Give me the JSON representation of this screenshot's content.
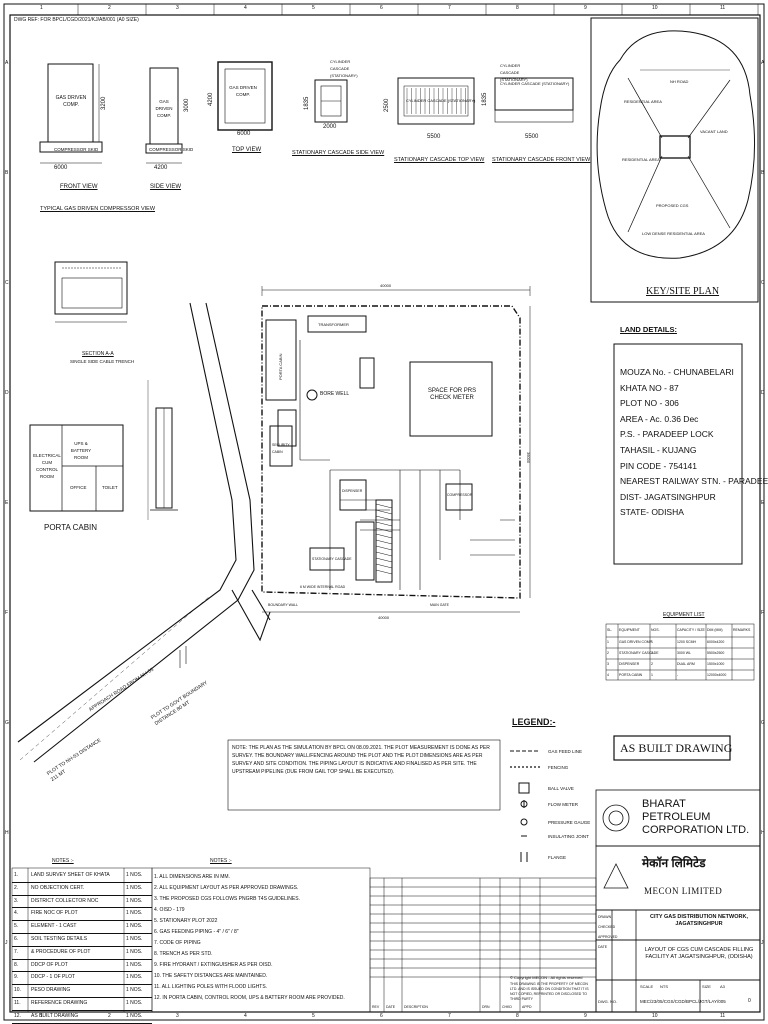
{
  "drawing_ref": "DWG REF: FOR BPCL/CGD/2021/KJ/AB/001  (A0 SIZE)",
  "border_marks": {
    "cols": [
      "1",
      "2",
      "3",
      "4",
      "5",
      "6",
      "7",
      "8",
      "9",
      "10",
      "11"
    ],
    "rows": [
      "A",
      "B",
      "C",
      "D",
      "E",
      "F",
      "G",
      "H",
      "J"
    ]
  },
  "compressor": {
    "box_label": "GAS DRIVEN COMP.",
    "sub_label": "COMPRESSOR SKID",
    "dim_width_front": "6000",
    "dim_height": "3200",
    "dim_width_side": "4200",
    "dim_height_side": "3000",
    "dim_top_depth": "4200",
    "dim_top_width": "6000",
    "front_view": "FRONT VIEW",
    "side_view": "SIDE VIEW",
    "top_view": "TOP VIEW",
    "title": "TYPICAL GAS DRIVEN COMPRESSOR VIEW"
  },
  "cascade": {
    "side_title": "STATIONARY CASCADE SIDE VIEW",
    "top_title": "STATIONARY CASCADE TOP VIEW",
    "front_title": "STATIONARY CASCADE FRONT VIEW",
    "note_side": "CYLINDER CASCADE (STATIONARY)",
    "note_front": "CYLINDER CASCADE (STATIONARY)",
    "box_label": "CYLINDER CASCADE (STATIONARY)",
    "dim_side_h": "1835",
    "dim_side_w": "2000",
    "dim_top_h": "2500",
    "dim_top_w": "5500",
    "dim_front_h": "1835",
    "dim_front_w": "5500"
  },
  "key_plan": {
    "title": "KEY/SITE PLAN",
    "labels": [
      "NH ROAD",
      "RESIDENTIAL AREA",
      "VACANT LAND",
      "RESIDENTIAL AREA",
      "PROPOSED CGS",
      "LOW DENSE RESIDENTIAL AREA"
    ]
  },
  "land_details": {
    "title": "LAND DETAILS:",
    "lines": [
      "MOUZA No. - CHUNABELARI",
      "KHATA NO - 87",
      "PLOT NO - 306",
      "AREA - Ac. 0.36 Dec",
      "P.S. - PARADEEP LOCK",
      "TAHASIL - KUJANG",
      "PIN CODE - 754141",
      "NEAREST RAILWAY STN. - PARADEEP",
      "DIST- JAGATSINGHPUR",
      "STATE- ODISHA"
    ]
  },
  "trench_section": {
    "title": "SECTION A-A",
    "subtitle": "SINGLE SIDE CABLE TRENCH"
  },
  "porta_cabin": {
    "title": "PORTA CABIN",
    "rooms": [
      "ELECTRICAL CUM CONTROL ROOM",
      "UPS & BATTERY ROOM",
      "OFFICE",
      "TOILET"
    ]
  },
  "site_plan": {
    "dim_top": "40000",
    "dim_right": "36000",
    "dim_bottom": "40000",
    "prs_space": "SPACE FOR PRS CHECK METER",
    "bore_well": "BORE WELL",
    "transformer": "TRANSFORMER",
    "porta_cabin_rot": "PORTA CABIN",
    "dispenser": "DISPENSER",
    "security": "SECURITY CABIN",
    "compressor": "COMPRESSOR",
    "cascade_label": "STATIONARY CASCADE",
    "approach": "APPROACH ROAD FROM NH-53",
    "plot_to_nh": "PLOT TO NH-53 DISTANCE 211 MT",
    "plot_to_govt": "PLOT TO GOVT BOUNDARY DISTANCE 80 MT",
    "boundary_note": "BOUNDARY WALL",
    "road_note": "6 M WIDE INTERNAL ROAD",
    "gate_note": "MAIN GATE"
  },
  "equipment_list": {
    "title": "EQUIPMENT LIST",
    "headers": [
      "SL.",
      "EQUIPMENT",
      "NOS.",
      "CAPACITY / SIZE",
      "DIM (MM)",
      "REMARKS"
    ],
    "rows": [
      [
        "1",
        "GAS DRIVEN COMP.",
        "1",
        "1200 SCMH",
        "6000x4200",
        ""
      ],
      [
        "2",
        "STATIONARY CASCADE",
        "1",
        "3000 WL",
        "5500x2500",
        ""
      ],
      [
        "3",
        "DISPENSER",
        "2",
        "DUAL ARM",
        "1500x1000",
        ""
      ],
      [
        "4",
        "PORTA CABIN",
        "1",
        "-",
        "12000x4000",
        ""
      ]
    ]
  },
  "legend": {
    "title": "LEGEND:-",
    "items": [
      "GAS FEED LINE",
      "FENCING",
      "BALL VALVE",
      "FLOW METER",
      "PRESSURE GAUGE",
      "INSULATING JOINT",
      "FLANGE"
    ]
  },
  "as_built": "AS BUILT DRAWING",
  "note_text": "NOTE: THE PLAN AS THE SIMULATION BY BPCL ON 08.09.2021. THE PLOT MEASUREMENT IS DONE AS PER SURVEY. THE BOUNDARY WALL/FENCING AROUND THE PLOT AND THE PLOT DIMENSIONS ARE AS PER SURVEY AND SITE CONDITION. THE PIPING LAYOUT IS INDICATIVE AND FINALISED AS PER SITE. THE UPSTREAM PIPELINE (DUE FROM GAIL TOP SHALL BE EXECUTED).",
  "general_notes": {
    "title": "NOTES :-",
    "lines": [
      "1. ALL DIMENSIONS ARE IN MM.",
      "2. ALL EQUIPMENT LAYOUT AS PER APPROVED DRAWINGS.",
      "3. THE PROPOSED CGS FOLLOWS PNGRB T4S GUIDELINES.",
      "4. OISD - 179",
      "5. STATIONARY PLOT 2022",
      "6. GAS FEEDING PIPING - 4\" / 6\" / 8\"",
      "7. CODE OF PIPING",
      "8. TRENCH AS PER STD.",
      "9. FIRE HYDRANT / EXTINGUISHER AS PER OISD.",
      "10. THE SAFETY DISTANCES ARE MAINTAINED.",
      "11. ALL LIGHTING POLES WITH FLOOD LIGHTS.",
      "12. IN PORTA CABIN, CONTROL ROOM, UPS & BATTERY ROOM ARE PROVIDED."
    ]
  },
  "left_table": {
    "title": "NOTES :-",
    "rows": [
      [
        "1.",
        "LAND SURVEY SHEET OF KHATA",
        "1 NOS."
      ],
      [
        "2.",
        "NO OBJECTION CERT.",
        "1 NOS."
      ],
      [
        "3.",
        "DISTRICT COLLECTOR NOC",
        "1 NOS."
      ],
      [
        "4.",
        "FIRE NOC OF PLOT",
        "1 NOS."
      ],
      [
        "5.",
        "ELEMENT - 1 CAST",
        "1 NOS."
      ],
      [
        "6.",
        "SOIL TESTING DETAILS",
        "1 NOS."
      ],
      [
        "7.",
        "& PROCEDURE OF PLOT",
        "1 NOS."
      ],
      [
        "8.",
        "DDCP OF PLOT",
        "1 NOS."
      ],
      [
        "9.",
        "DDCP - 1 OF PLOT",
        "1 NOS."
      ],
      [
        "10.",
        "PESO DRAWING",
        "1 NOS."
      ],
      [
        "11.",
        "REFERENCE DRAWING",
        "1 NOS."
      ],
      [
        "12.",
        "AS BUILT DRAWING",
        "1 NOS."
      ]
    ]
  },
  "title_block": {
    "company": "BHARAT PETROLEUM CORPORATION LTD.",
    "mecon_hindi": "मेकॉन लिमिटेड",
    "mecon": "MECON LIMITED",
    "project": "CITY GAS DISTRIBUTION NETWORK, JAGATSINGHPUR",
    "drawing_title": "LAYOUT OF CGS CUM CASCADE FILLING FACILITY AT JAGATSINGHPUR, (ODISHA)",
    "scale": "SCALE",
    "scale_val": "NTS",
    "size": "SIZE",
    "size_val": "A3",
    "drawn": "DRAWN",
    "checked": "CHECKED",
    "approved": "APPROVED",
    "date": "DATE",
    "dwg_no_label": "DWG. NO.",
    "dwg_no": "MEC/23/05/CGS/CGD/BPCL/JGT/LAY/005",
    "rev": "0",
    "rev_headers": [
      "REV",
      "DATE",
      "DESCRIPTION",
      "DRN",
      "CHKD",
      "APPD"
    ],
    "copyright": "© Copyright MECON - All rights reserved",
    "confidential": "THIS DRAWING IS THE PROPERTY OF MECON LTD. AND IS ISSUED ON CONDITION THAT IT IS NOT COPIED, REPRINTED OR DISCLOSED TO THIRD PARTY"
  },
  "colors": {
    "ink": "#111111",
    "bg": "#ffffff"
  }
}
